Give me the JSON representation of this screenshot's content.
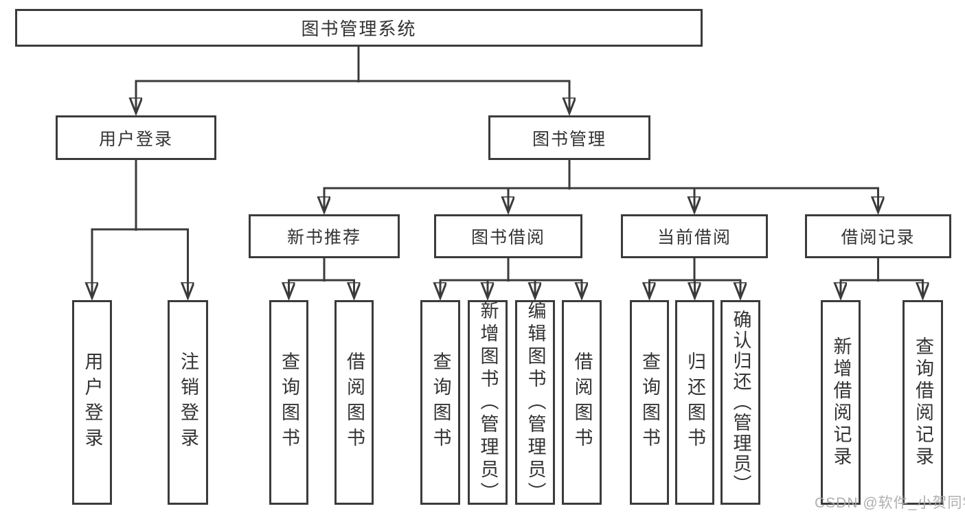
{
  "diagram_type": "tree",
  "colors": {
    "line": "#3b3b3b",
    "text": "#333333",
    "background": "#ffffff",
    "watermark": "#a8a8a8"
  },
  "root": {
    "label": "图书管理系统"
  },
  "branches": {
    "user": {
      "label": "用户登录",
      "leaves": [
        "用户登录",
        "注销登录"
      ]
    },
    "book": {
      "label": "图书管理",
      "sections": [
        {
          "label": "新书推荐",
          "leaves": [
            "查询图书",
            "借阅图书"
          ]
        },
        {
          "label": "图书借阅",
          "leaves": [
            "查询图书",
            "新增图书（管理员）",
            "编辑图书（管理员）",
            "借阅图书"
          ]
        },
        {
          "label": "当前借阅",
          "leaves": [
            "查询图书",
            "归还图书",
            "确认归还（管理员）"
          ]
        },
        {
          "label": "借阅记录",
          "leaves": [
            "新增借阅记录",
            "查询借阅记录"
          ]
        }
      ]
    }
  },
  "watermark": "CSDN @软件_小贺同学"
}
